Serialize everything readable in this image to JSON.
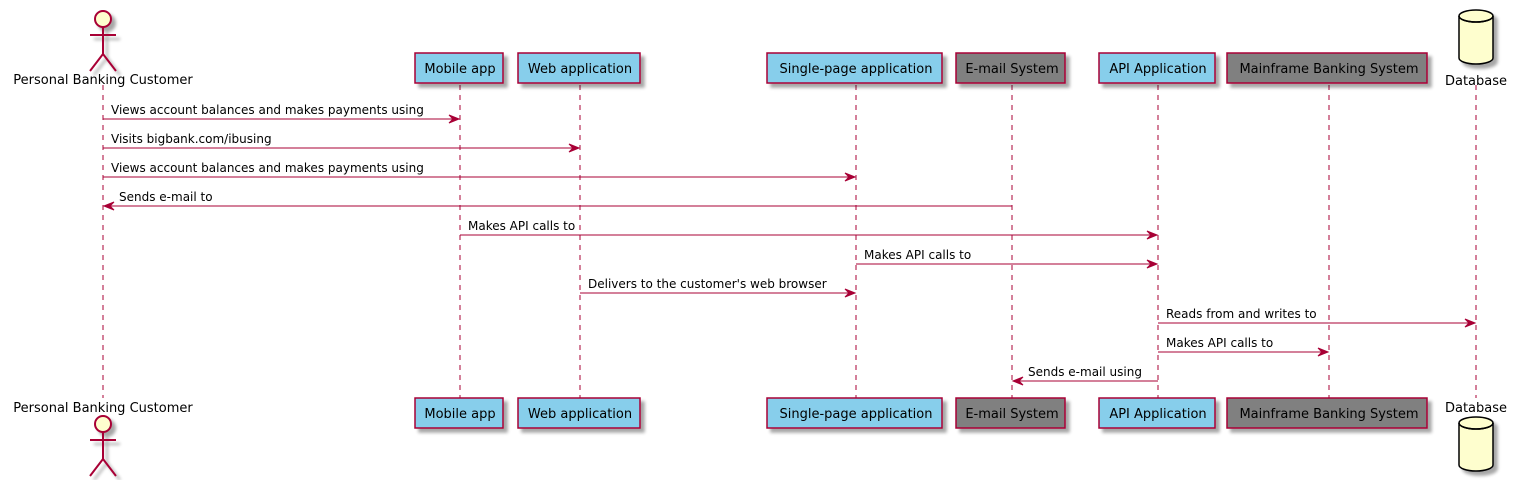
{
  "colors": {
    "line": "#A80036",
    "container_fill": "#87CEEB",
    "system_fill": "#808080",
    "actor_fill": "#FEFECE",
    "db_fill": "#FEFECE",
    "shadow": "#C8C8C8"
  },
  "participants": [
    {
      "id": "customer",
      "label": "Personal Banking Customer",
      "kind": "actor"
    },
    {
      "id": "mobile",
      "label": "Mobile app",
      "kind": "container"
    },
    {
      "id": "web",
      "label": "Web application",
      "kind": "container"
    },
    {
      "id": "spa",
      "label": "Single-page application",
      "kind": "container"
    },
    {
      "id": "email",
      "label": "E-mail System",
      "kind": "system"
    },
    {
      "id": "api",
      "label": "API Application",
      "kind": "container"
    },
    {
      "id": "mainframe",
      "label": "Mainframe Banking System",
      "kind": "system"
    },
    {
      "id": "database",
      "label": "Database",
      "kind": "database"
    }
  ],
  "messages": [
    {
      "from": "customer",
      "to": "mobile",
      "label": "Views account balances and makes payments using"
    },
    {
      "from": "customer",
      "to": "web",
      "label": "Visits bigbank.com/ibusing"
    },
    {
      "from": "customer",
      "to": "spa",
      "label": "Views account balances and makes payments using"
    },
    {
      "from": "email",
      "to": "customer",
      "label": "Sends e-mail to"
    },
    {
      "from": "mobile",
      "to": "api",
      "label": "Makes API calls to"
    },
    {
      "from": "spa",
      "to": "api",
      "label": "Makes API calls to"
    },
    {
      "from": "web",
      "to": "spa",
      "label": "Delivers to the customer's web browser"
    },
    {
      "from": "api",
      "to": "database",
      "label": "Reads from and writes to"
    },
    {
      "from": "api",
      "to": "mainframe",
      "label": "Makes API calls to"
    },
    {
      "from": "api",
      "to": "email",
      "label": "Sends e-mail using"
    }
  ]
}
